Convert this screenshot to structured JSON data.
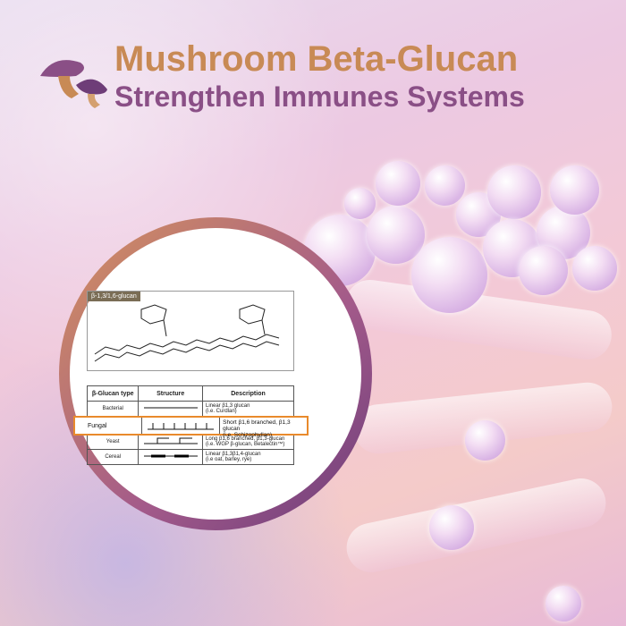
{
  "title": {
    "line1": "Mushroom Beta-Glucan",
    "line2": "Strengthen Immunes Systems"
  },
  "diagram": {
    "label": "β-1,3/1,6-glucan"
  },
  "table": {
    "headers": [
      "β-Glucan type",
      "Structure",
      "Description"
    ],
    "rows": [
      {
        "type": "Bacterial",
        "desc1": "Linear β1,3 glucan",
        "desc2": "(i.e. Curdlan)"
      },
      {
        "type": "Fungal",
        "desc1": "Short β1,6 branched, β1,3 glucan",
        "desc2": "(i.e. Schizophyllan)"
      },
      {
        "type": "Yeast",
        "desc1": "Long β1,6 branched, β1,3-glucan",
        "desc2": "(i.e. WGP β-glucan, Betalectin™)"
      },
      {
        "type": "Cereal",
        "desc1": "Linear β1,3β1,4-glucan",
        "desc2": "(i.e oat, barley, rye)"
      }
    ]
  },
  "colors": {
    "highlight": "#e98a2c",
    "title_orange": "#c88a55",
    "title_purple": "#8a4f86"
  }
}
